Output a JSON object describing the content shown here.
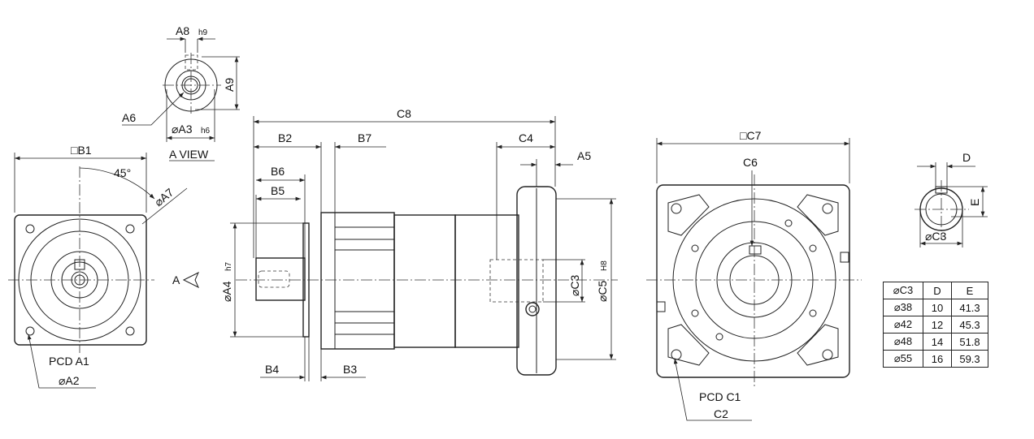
{
  "view_a": {
    "a8": "A8",
    "a8_tol": "h9",
    "a9": "A9",
    "a6": "A6",
    "a3": "⌀A3",
    "a3_tol": "h6",
    "title": "A VIEW"
  },
  "left_view": {
    "b1": "□B1",
    "angle": "45°",
    "a7": "⌀A7",
    "pcd": "PCD A1",
    "a2": "⌀A2",
    "arrow_label": "A"
  },
  "side_view": {
    "c8": "C8",
    "b2": "B2",
    "b7": "B7",
    "c4": "C4",
    "a5": "A5",
    "b6": "B6",
    "b5": "B5",
    "a4": "⌀A4",
    "a4_tol": "h7",
    "c3": "⌀C3",
    "c5": "⌀C5",
    "c5_tol": "H8",
    "b4": "B4",
    "b3": "B3"
  },
  "front_view": {
    "c7": "□C7",
    "c6": "C6",
    "pcd": "PCD C1",
    "c2": "C2"
  },
  "keyway_view": {
    "d": "D",
    "e": "E",
    "c3": "⌀C3"
  },
  "table": {
    "headers": [
      "⌀C3",
      "D",
      "E"
    ],
    "rows": [
      [
        "⌀38",
        "10",
        "41.3"
      ],
      [
        "⌀42",
        "12",
        "45.3"
      ],
      [
        "⌀48",
        "14",
        "51.8"
      ],
      [
        "⌀55",
        "16",
        "59.3"
      ]
    ]
  }
}
